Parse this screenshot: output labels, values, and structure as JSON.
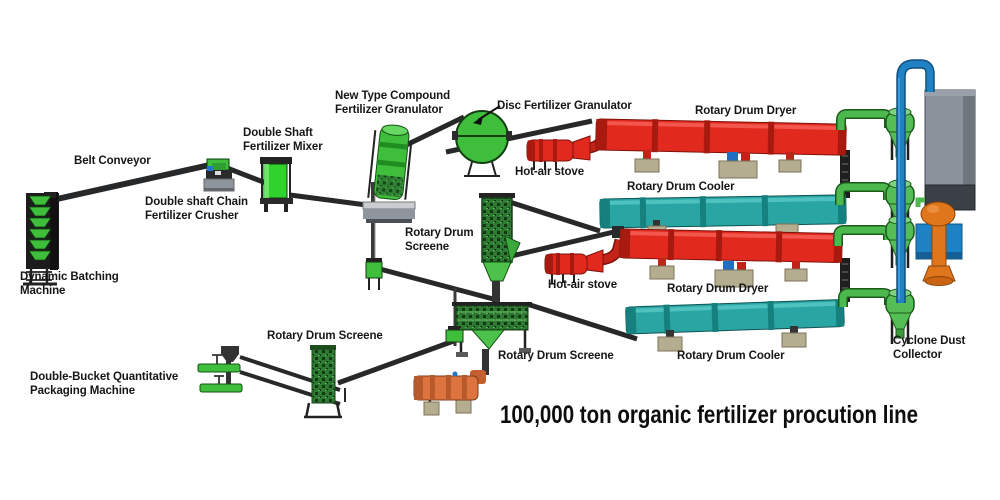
{
  "title": "100,000 ton organic fertilizer procution line",
  "labels": {
    "belt_conveyor": "Belt Conveyor",
    "dynamic_batching_machine": "Dynamic Batching\nMachine",
    "double_shaft_chain_fertilizer_crusher": "Double shaft Chain\nFertilizer Crusher",
    "double_shaft_fertilizer_mixer": "Double Shaft\nFertilizer Mixer",
    "new_type_compound_fertilizer_granulator": "New Type Compound\nFertilizer Granulator",
    "disc_fertilizer_granulator": "Disc Fertilizer Granulator",
    "hot_air_stove_top": "Hot-air stove",
    "rotary_drum_dryer_top": "Rotary Drum Dryer",
    "rotary_drum_cooler_top": "Rotary Drum Cooler",
    "rotary_drum_screene_mid": "Rotary Drum\nScreene",
    "hot_air_stove_bottom": "Hot-air stove",
    "rotary_drum_dryer_bottom": "Rotary Drum Dryer",
    "rotary_drum_cooler_bottom": "Rotary Drum Cooler",
    "cyclone_dust_collector": "Cyclone Dust\nCollector",
    "rotary_drum_screene_left": "Rotary Drum Screene",
    "rotary_drum_screene_center": "Rotary Drum Screene",
    "double_bucket_packaging_machine": "Double-Bucket Quantitative\nPackaging Machine"
  },
  "colors": {
    "dryer_red": "#e2291e",
    "dryer_red_dark": "#a81a10",
    "cooler_teal": "#29a6a3",
    "machine_green": "#3fbe3c",
    "screen_dark_green": "#2e7a32",
    "pipe_green": "#4db84d",
    "pipe_blue": "#1e82c5",
    "fan_orange": "#e0761c",
    "drum_orange": "#dd7440",
    "support_beige": "#b5ad8f",
    "conveyor_dark": "#27282a",
    "collector_gray": "#8b929b",
    "base_gray": "#8f959c"
  }
}
